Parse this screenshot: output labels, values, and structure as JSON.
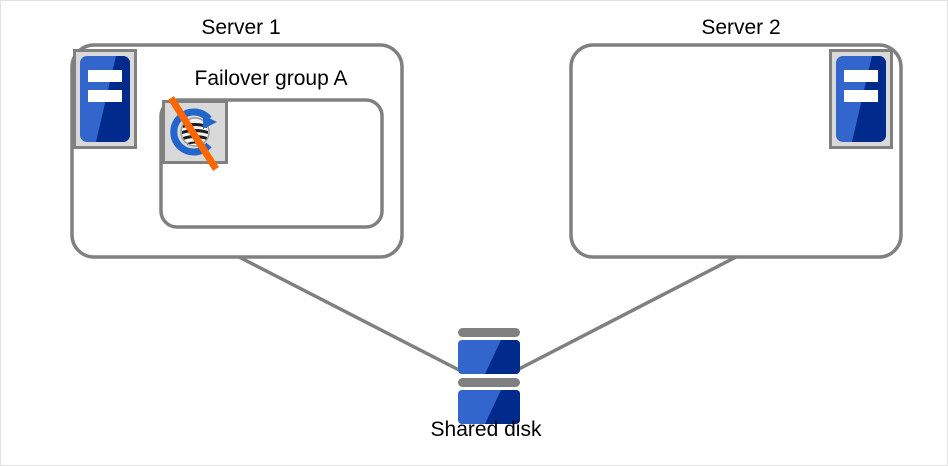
{
  "diagram": {
    "title_server1": "Server 1",
    "title_server2": "Server 2",
    "failover_group_label": "Failover group A",
    "shared_disk_label": "Shared disk"
  },
  "icons": {
    "server_icon": "server-icon",
    "disabled_resource_icon": "disabled-mirror-disk-resource-icon",
    "shared_disk_icon": "shared-disk-icon"
  },
  "colors": {
    "blue_light": "#3366cc",
    "blue_dark": "#002b8c",
    "gray_border": "#808080",
    "gray_fill": "#d9d9d9",
    "disk_bar": "#808080",
    "strike_orange": "#ff6600",
    "text": "#000000",
    "canvas_border": "#e2e2e2"
  },
  "connections": [
    {
      "name": "server1-to-shared-disk",
      "from": "Server 1",
      "to": "Shared disk"
    },
    {
      "name": "server2-to-shared-disk",
      "from": "Server 2",
      "to": "Shared disk"
    }
  ]
}
